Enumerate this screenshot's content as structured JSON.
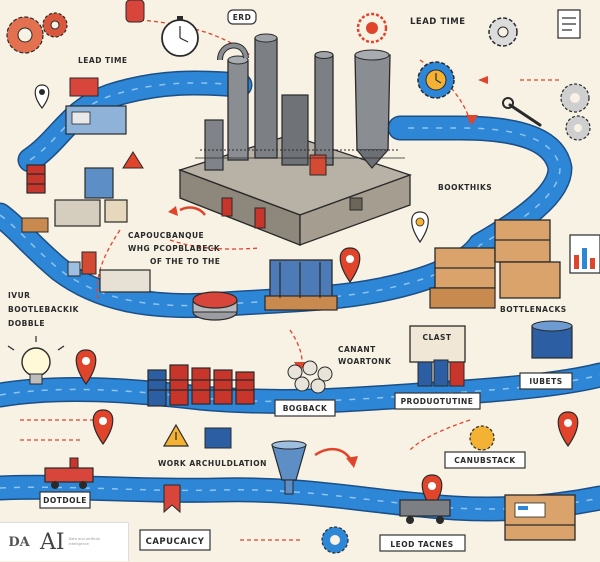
{
  "labels": {
    "lead_time_top": "LEAD TIME",
    "lead_time_left": "LEAD TIME",
    "capacity_note_1": "CAPOUCBANQUE",
    "capacity_note_2": "WHG PCOPBLABECK",
    "capacity_note_3": "OF THE TO THE",
    "bottleneck_note_1": "IVUR",
    "bottleneck_note_2": "BOOTLEBACKIK",
    "bottleneck_note_3": "DOBBLE",
    "bookthiks": "BOOKTHIKS",
    "bottlenacks": "BOTTLENACKS",
    "canant_1": "CANANT",
    "canant_2": "WOARTONK",
    "clast": "CLAST",
    "bogback": "BOGBACK",
    "production": "PRODUOTUTINE",
    "iubets": "IUBETS",
    "work_accumulation": "WORK ARCHULDLATION",
    "canubstack": "CANUBSTACK",
    "dotdole": "DOTDOLE",
    "capacity": "CAPUCAICY",
    "lead_tacnes": "LEOD TACNES",
    "small_tag": "ERD"
  },
  "watermark": {
    "logo": "DA",
    "brand": "AI",
    "sub": "Data and artificial intelligence"
  },
  "icons": [
    "gear-icon",
    "clock-icon",
    "warning-icon",
    "map-pin-icon",
    "lightbulb-icon",
    "funnel-icon",
    "factory-icon",
    "pallet-icon",
    "truck-icon",
    "coin-stack-icon",
    "wrench-icon",
    "barrel-icon"
  ],
  "colors": {
    "belt": "#2e86d6",
    "accent": "#e0442b",
    "paper": "#f7f2e4",
    "ink": "#2a2a2a",
    "wood": "#c98a4f"
  }
}
